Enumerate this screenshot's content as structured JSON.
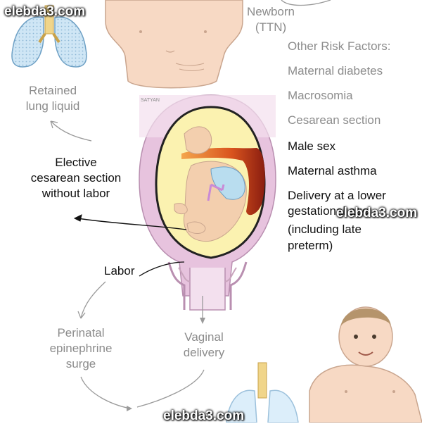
{
  "watermark": {
    "top": "elebda3.com",
    "middle": "elebda3.com",
    "bottom": "elebda3.com"
  },
  "newborn": {
    "line1": "Newborn",
    "line2": "(TTN)"
  },
  "risk_factors": {
    "heading": "Other Risk Factors:",
    "items_gray": [
      "Maternal diabetes",
      "Macrosomia",
      "Cesarean section"
    ],
    "items_black": [
      "Male sex",
      "Maternal asthma",
      "Delivery at a lower",
      "gestational age",
      "(including late",
      "preterm)"
    ]
  },
  "retained": {
    "line1": "Retained",
    "line2": "lung liquid"
  },
  "elective": {
    "line1": "Elective",
    "line2": "cesarean section",
    "line3": "without labor"
  },
  "labor": "Labor",
  "perinatal": {
    "line1": "Perinatal",
    "line2": "epinephrine",
    "line3": "surge"
  },
  "vaginal": {
    "line1": "Vaginal",
    "line2": "delivery"
  },
  "signature": "SATYAN",
  "colors": {
    "skin": "#f7d9c4",
    "skin_outline": "#c9a58e",
    "uterus": "#e7c3de",
    "uterus_outline": "#b98fb0",
    "amniotic": "#fbf2b0",
    "placenta": "#d9541e",
    "lung": "#c7e3f4",
    "trachea": "#f0d58a",
    "text_gray": "#8c8c8c",
    "text_black": "#111111"
  }
}
